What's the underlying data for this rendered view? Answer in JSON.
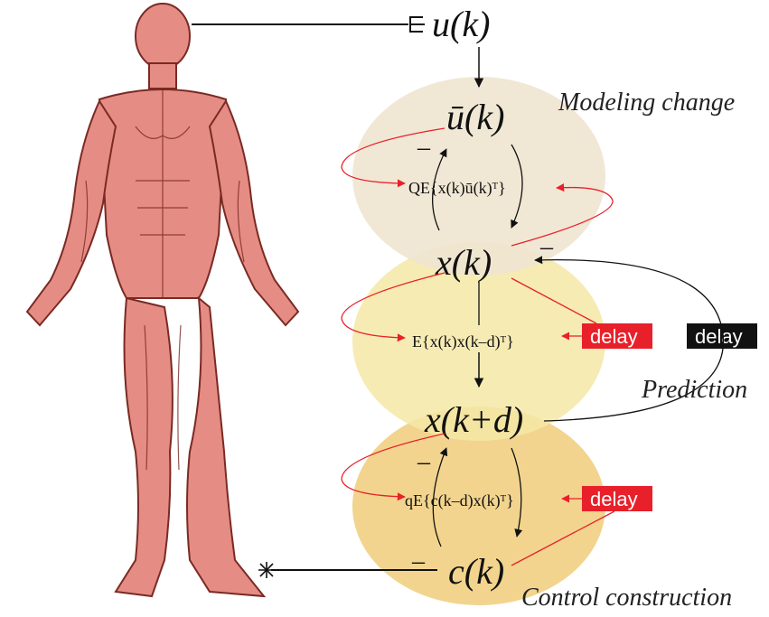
{
  "colors": {
    "circle_top": "#efe4d0",
    "circle_mid": "#f5e7a6",
    "circle_bottom": "#f1cf82",
    "red": "#e8202a",
    "black": "#111111",
    "muscle": "#e58d84",
    "muscle_dark": "#7a2a24"
  },
  "labels": {
    "modeling_change": "Modeling change",
    "prediction": "Prediction",
    "control_construction": "Control construction",
    "delay_1": "delay",
    "delay_2": "delay",
    "delay_3": "delay"
  },
  "nodes": {
    "u": "u(k)",
    "u_bar": "ū(k)",
    "x_bar": "x(k)",
    "x_pred": "x(k+d)",
    "c_bar": "c(k)"
  },
  "expressions": {
    "top": "QE{x(k)ū(k)ᵀ}",
    "middle": "E{x(k)x(k–d)ᵀ}",
    "bottom": "qE{c(k–d)x(k)ᵀ}"
  },
  "minus_signs": {
    "top": "–",
    "x_right": "–",
    "bottom_left": "–",
    "c_left": "–"
  },
  "icons": {
    "human_figure": "muscular-body-figure",
    "input_fork": "trident-icon",
    "output_star": "asterisk-icon"
  }
}
